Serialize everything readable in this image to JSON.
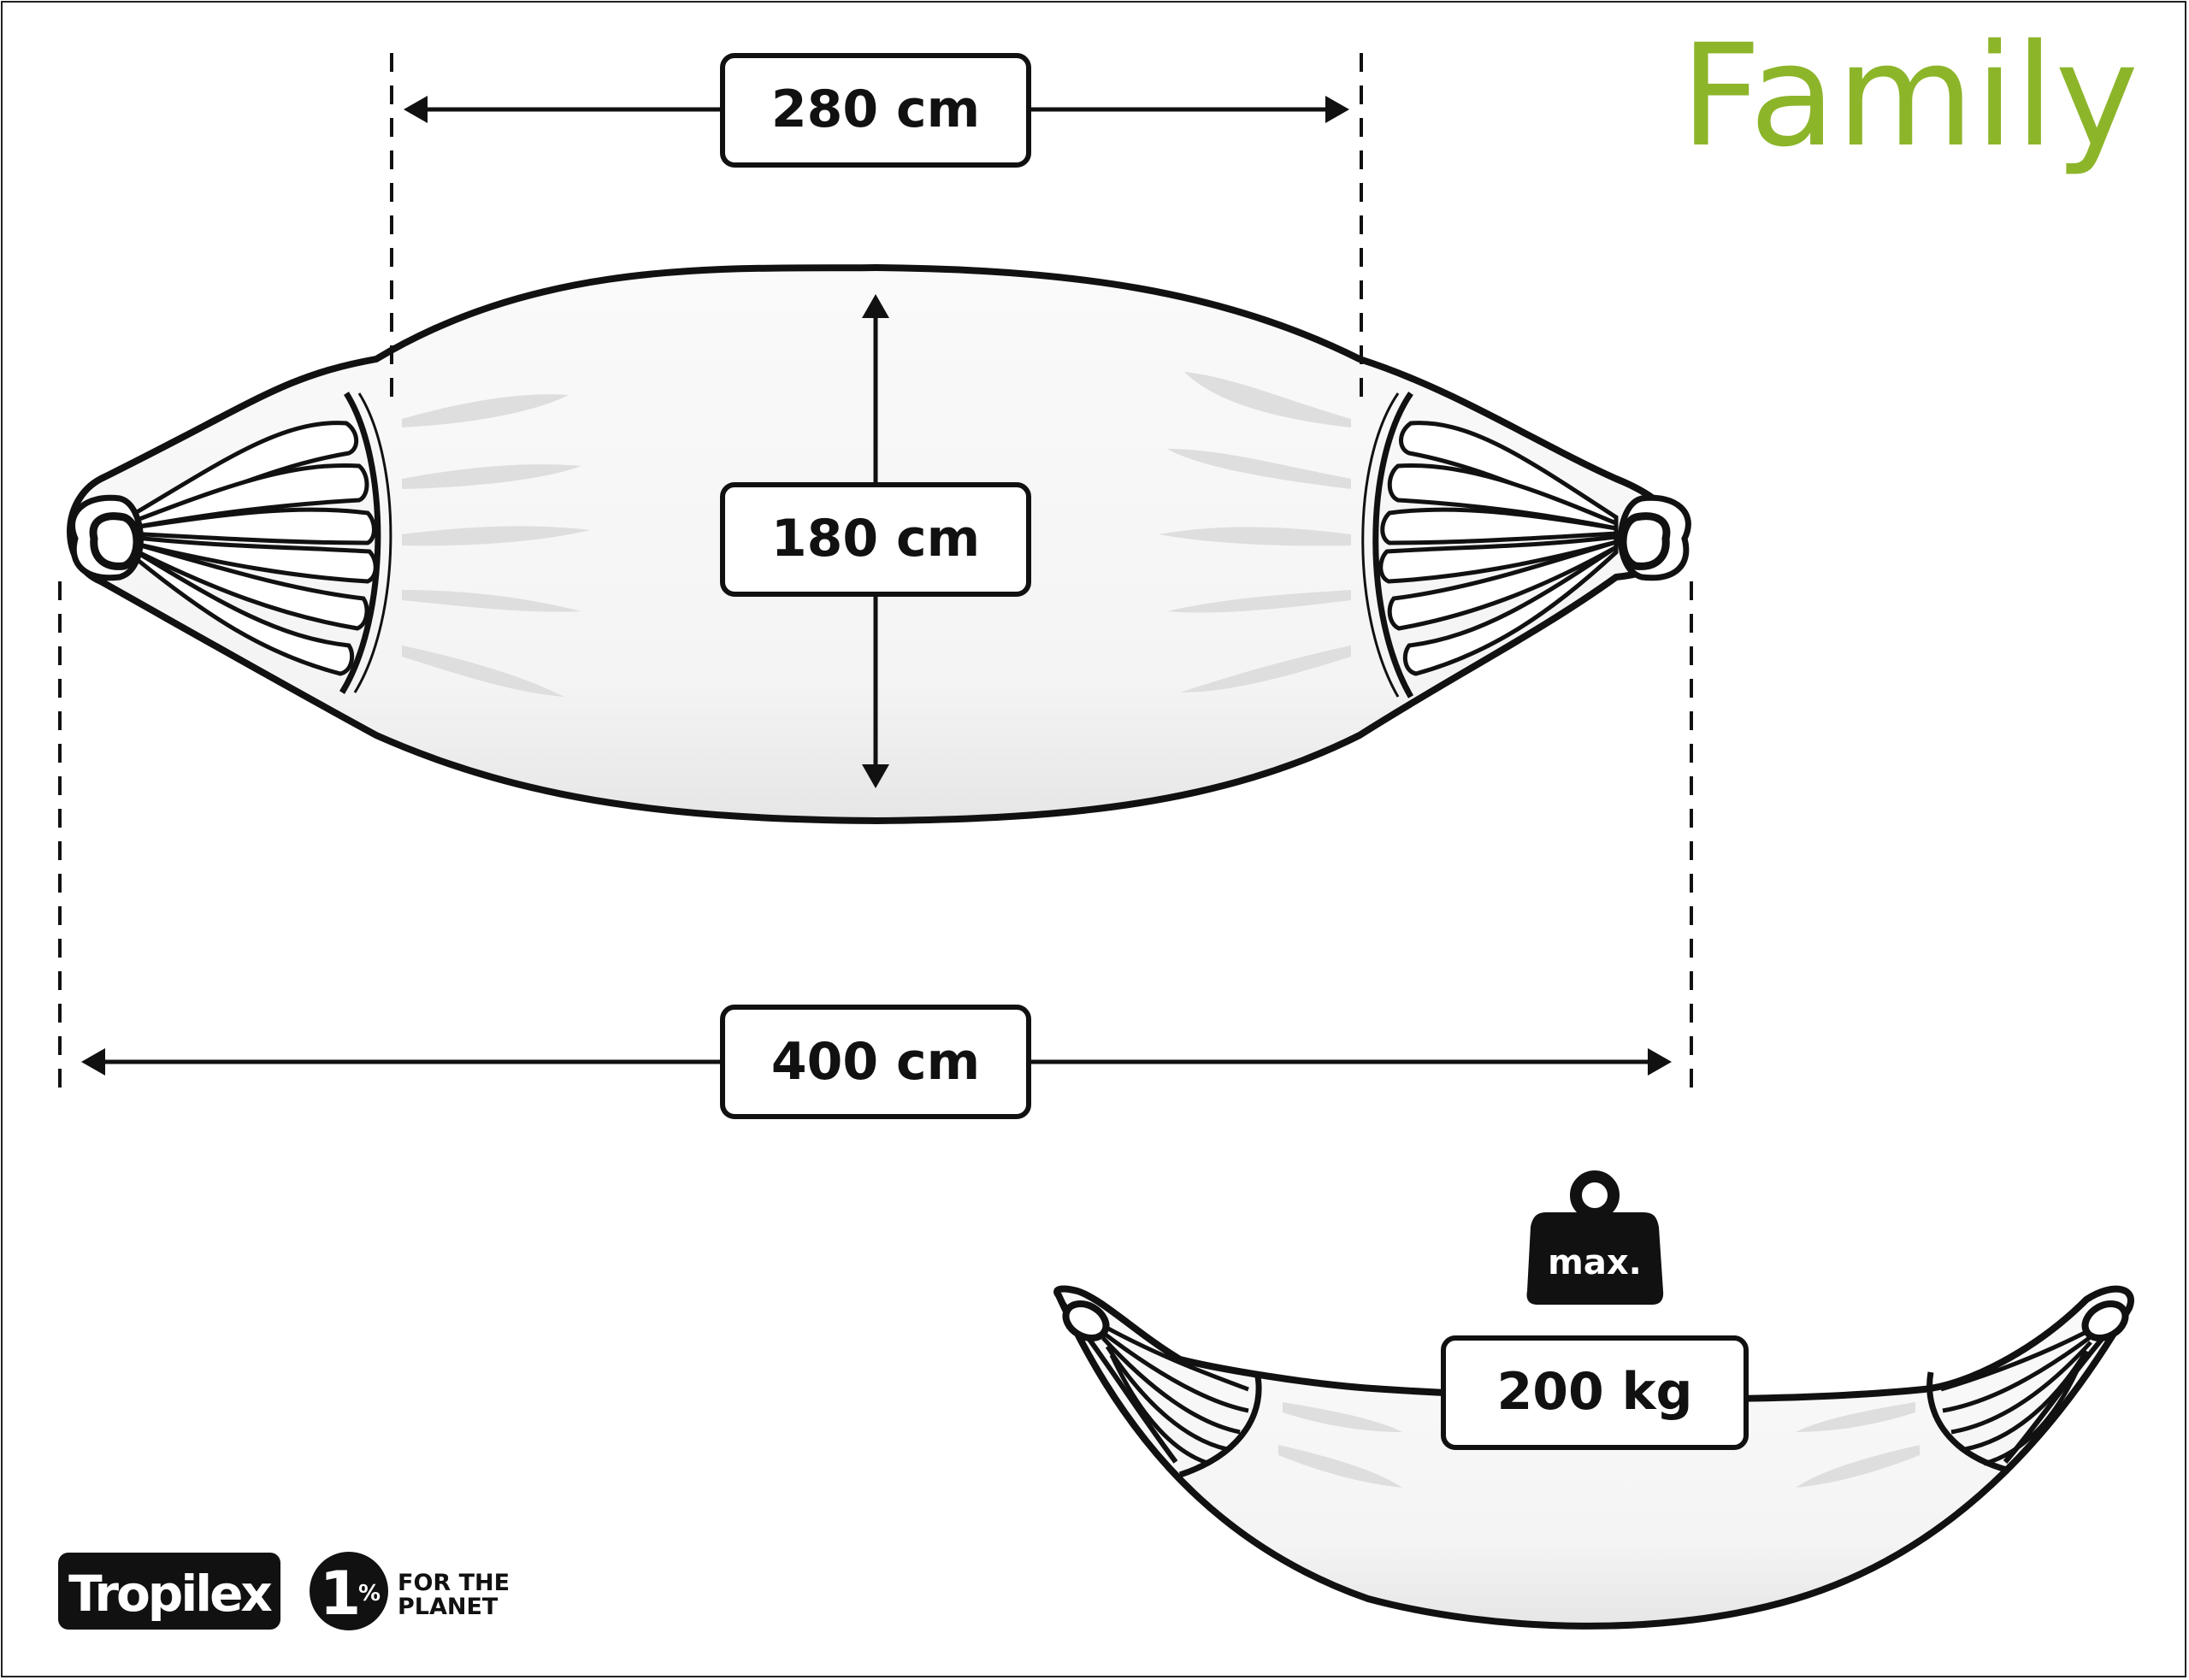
{
  "title": "Family",
  "dimensions": {
    "bed_length": "280 cm",
    "bed_width": "180 cm",
    "total_length": "400 cm"
  },
  "load": {
    "weight_label": "max.",
    "max_load": "200 kg"
  },
  "logos": {
    "brand": "Tropilex",
    "partner_number": "1",
    "partner_percent": "%",
    "partner_line1": "FOR THE",
    "partner_line2": "PLANET"
  },
  "colors": {
    "title": "#8db52a",
    "line": "#111111",
    "fabric": "#f2f2f2",
    "stripe": "#dedede"
  }
}
